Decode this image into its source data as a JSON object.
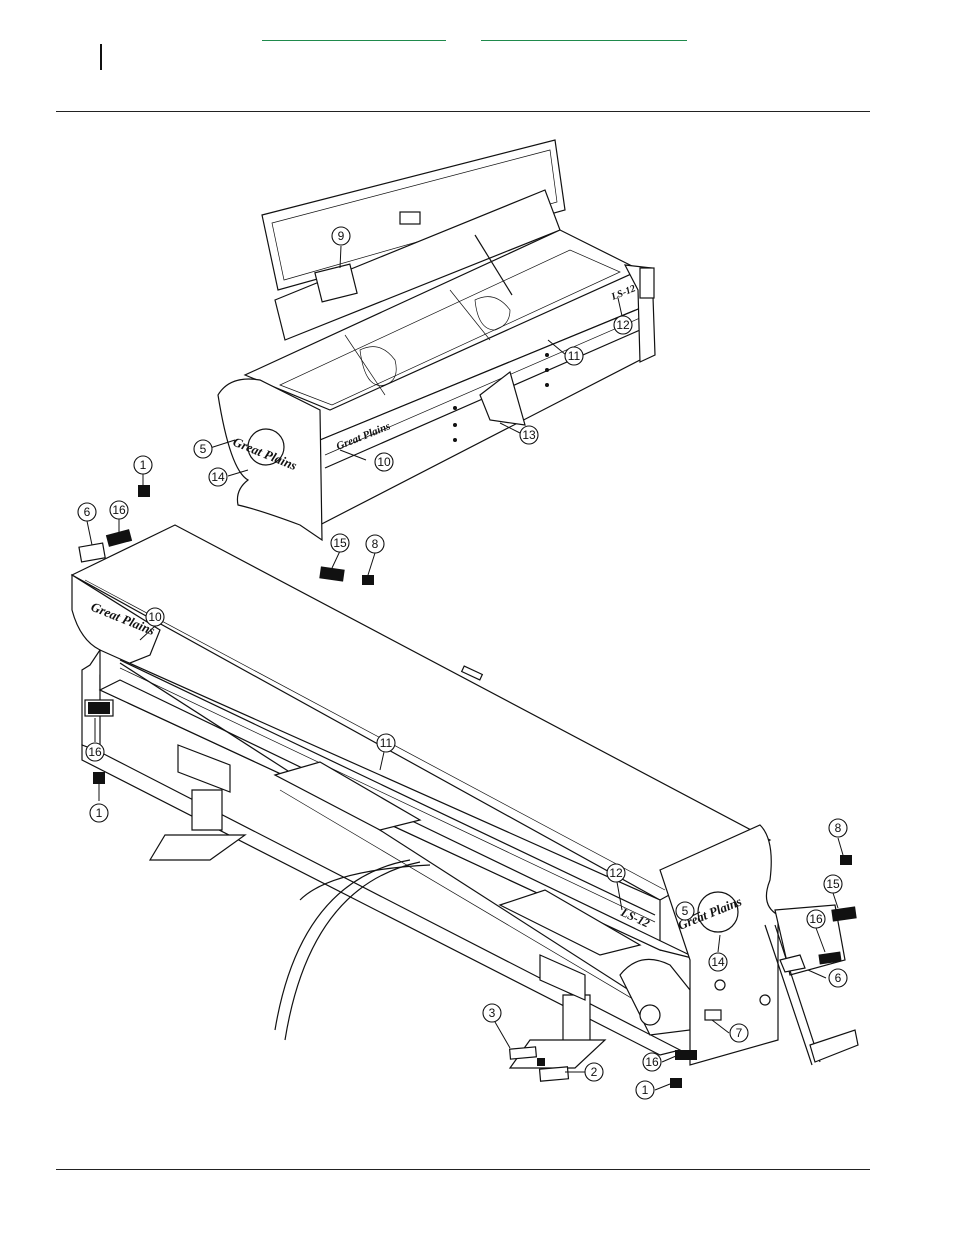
{
  "header": {
    "link_left": "",
    "link_right": ""
  },
  "figure": {
    "brand_text": "Great Plains",
    "model_text": "LS-12",
    "callouts": {
      "c1a": "1",
      "c1b": "1",
      "c1c": "1",
      "c2": "2",
      "c3": "3",
      "c5a": "5",
      "c5b": "5",
      "c6a": "6",
      "c6b": "6",
      "c7": "7",
      "c8a": "8",
      "c8b": "8",
      "c9": "9",
      "c10a": "10",
      "c10b": "10",
      "c11a": "11",
      "c11b": "11",
      "c12a": "12",
      "c12b": "12",
      "c13": "13",
      "c14a": "14",
      "c14b": "14",
      "c15a": "15",
      "c15b": "15",
      "c16a": "16",
      "c16b": "16",
      "c16c": "16",
      "c16d": "16"
    }
  }
}
